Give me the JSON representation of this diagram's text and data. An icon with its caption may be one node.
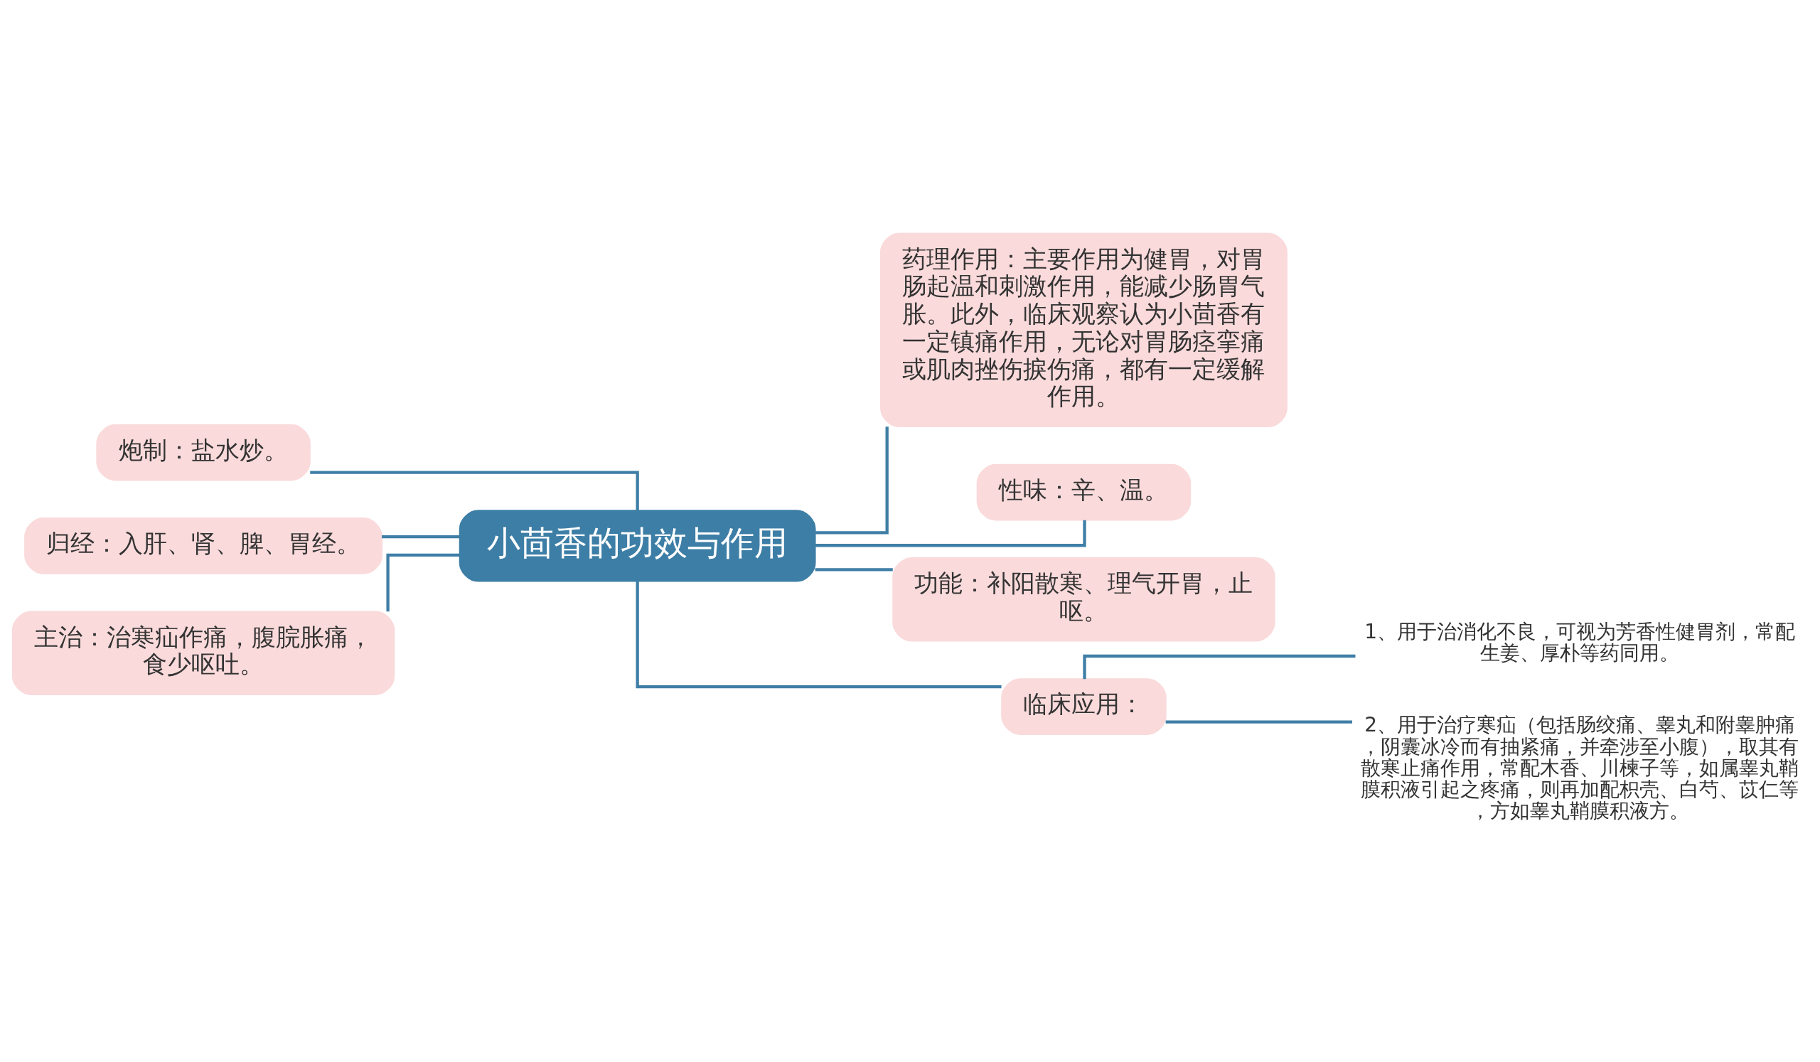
{
  "diagram": {
    "nodes": [
      {
        "text": [
          "小茴香的功效与作用"
        ]
      },
      {
        "text": [
          "炮制：盐水炒。"
        ]
      },
      {
        "text": [
          "归经：入肝、肾、脾、胃经。"
        ]
      },
      {
        "text": [
          "主治：治寒疝作痛，腹脘胀痛，食少呕吐。"
        ]
      },
      {
        "text": [
          "药理作用：主要作用为健胃，对胃肠起温和刺激作用，能减少肠胃气胀。此外，临床观察认为小茴香有一定镇痛作用，无论对胃肠痉挛痛或肌肉挫伤捩伤痛，都有一定缓解作用。"
        ]
      },
      {
        "text": [
          "性味：辛、温。"
        ]
      },
      {
        "text": [
          "功能：补阳散寒、理气开胃，止呕。"
        ]
      },
      {
        "text": [
          "临床应用："
        ]
      },
      {
        "text": [
          "1、用于治消化不良，可视为芳香性健胃剂，常配生姜、厚朴等药同用。"
        ]
      },
      {
        "text": [
          "2、用于治疗寒疝（包括肠绞痛、睾丸和附睾肿痛，阴囊冰冷而有抽紧痛，并牵涉至小腹），取其有散寒止痛作用，常配木香、川楝子等，如属睾丸鞘膜积液引起之疼痛，则再加配枳壳、白芍、苡仁等，方如睾丸鞘膜积液方。"
        ]
      }
    ],
    "edges": [
      {
        "from": 0,
        "to": 1,
        "arrow": "none"
      },
      {
        "from": 0,
        "to": 2,
        "arrow": "none"
      },
      {
        "from": 0,
        "to": 3,
        "arrow": "none"
      },
      {
        "from": 0,
        "to": 4,
        "arrow": "none"
      },
      {
        "from": 0,
        "to": 5,
        "arrow": "none"
      },
      {
        "from": 0,
        "to": 6,
        "arrow": "none"
      },
      {
        "from": 0,
        "to": 7,
        "arrow": "none"
      },
      {
        "from": 7,
        "to": 8,
        "arrow": "none"
      },
      {
        "from": 7,
        "to": 9,
        "arrow": "none"
      }
    ]
  }
}
